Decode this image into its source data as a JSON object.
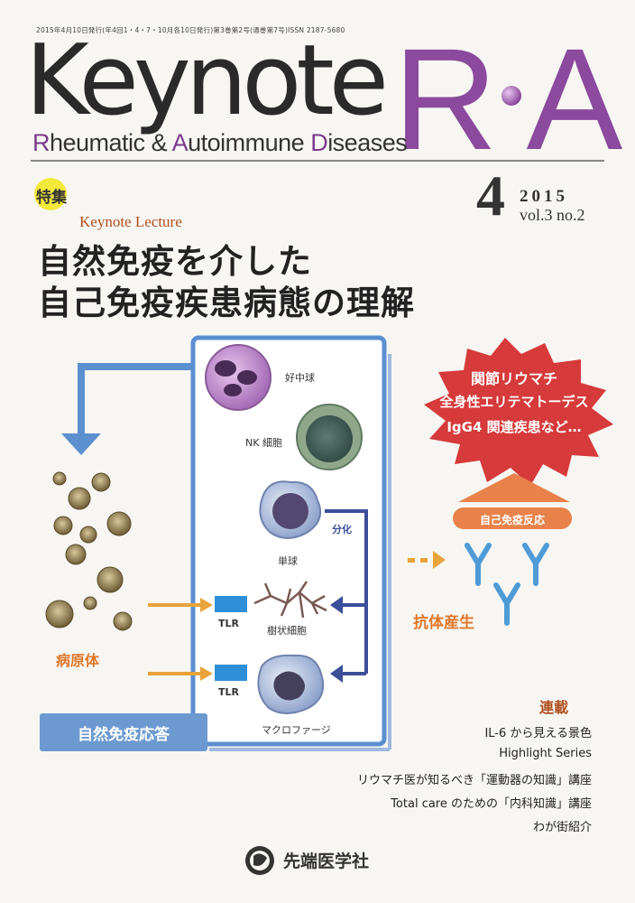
{
  "publication_info": "2015年4月10日発行(年4回1・4・7・10月各10日発行)第3巻第2号(通巻第7号)ISSN 2187-5680",
  "brand": {
    "keynote": "Keynote",
    "ra_r": "R",
    "ra_a": "A",
    "subtitle_parts": [
      "R",
      "heumatic ",
      "& ",
      "A",
      "utoimmune ",
      "D",
      "iseases"
    ]
  },
  "issue": {
    "number": "4",
    "year": "2015",
    "volume": "vol.3 no.2"
  },
  "feature": {
    "badge": "特集",
    "kicker": "Keynote Lecture",
    "title_line1": "自然免疫を介した",
    "title_line2": "自己免疫疾患病態の理解"
  },
  "diagram": {
    "cells": {
      "neutrophil": "好中球",
      "nk_cell": "NK 細胞",
      "monocyte": "単球",
      "dendritic": "樹状細胞",
      "macrophage": "マクロファージ"
    },
    "differentiation": "分化",
    "tlr1": "TLR",
    "tlr2": "TLR",
    "pathogen": "病原体",
    "innate_response": "自然免疫応答",
    "autoimmune_response": "自己免疫反応",
    "antibody_production": "抗体産生",
    "diseases": [
      "関節リウマチ",
      "全身性エリテマトーデス",
      "IgG4 関連疾患など…"
    ]
  },
  "series": {
    "heading": "連載",
    "items": [
      "IL-6 から見える景色",
      "Highlight Series",
      "リウマチ医が知るべき「運動器の知識」講座",
      "Total care のための「内科知識」講座",
      "わが街紹介"
    ]
  },
  "publisher": "先端医学社",
  "colors": {
    "purple": "#8b4a9d",
    "orange": "#e0772a",
    "blue": "#5b8fd0",
    "red": "#d63a3a"
  }
}
